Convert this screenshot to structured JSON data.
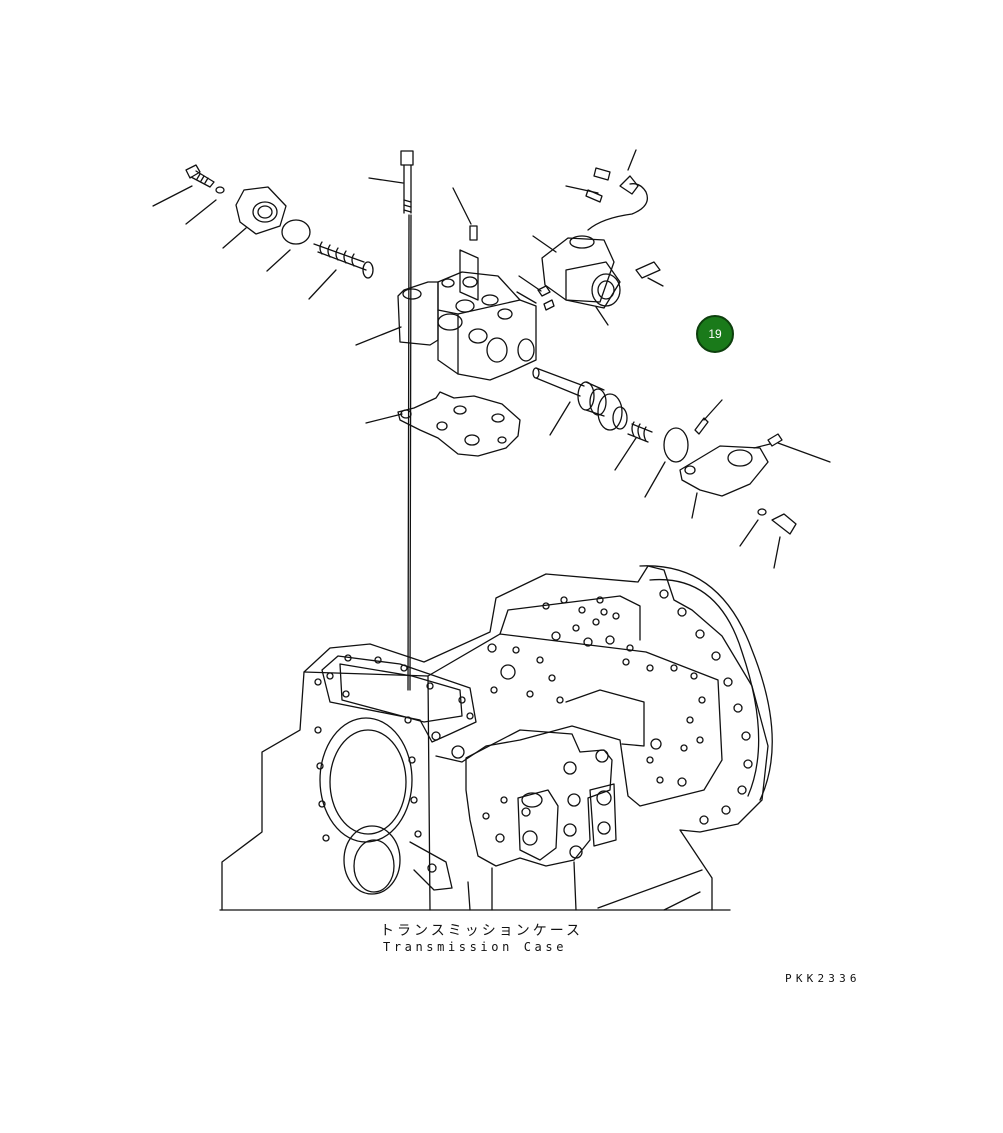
{
  "diagram": {
    "label_japanese": "トランスミッションケース",
    "label_english": "Transmission Case",
    "drawing_code": "PKK2336",
    "callout_badge": "19",
    "colors": {
      "badge_fill": "#1a7a1a",
      "line": "#111111",
      "background": "#ffffff"
    }
  }
}
